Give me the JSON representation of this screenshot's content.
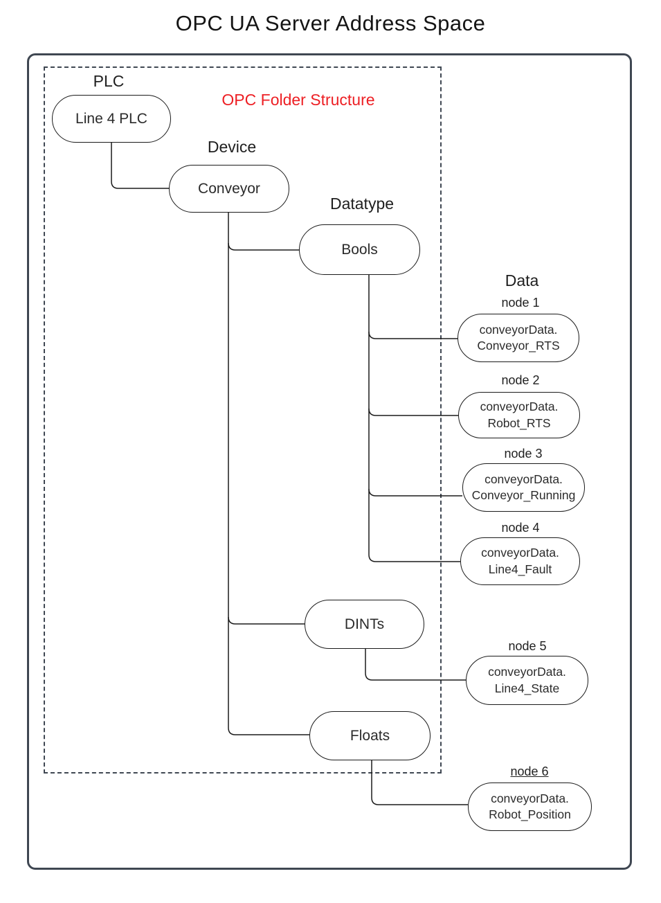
{
  "title": "OPC UA Server Address Space",
  "diagram": {
    "overlay_label": {
      "text": "OPC Folder Structure",
      "color": "#ed1f24"
    },
    "headings": [
      {
        "id": "plc",
        "label": "PLC"
      },
      {
        "id": "device",
        "label": "Device"
      },
      {
        "id": "datatype",
        "label": "Datatype"
      },
      {
        "id": "data",
        "label": "Data"
      }
    ],
    "folders": [
      {
        "id": "line4plc",
        "label": "Line 4 PLC"
      },
      {
        "id": "conveyor",
        "label": "Conveyor"
      },
      {
        "id": "bools",
        "label": "Bools"
      },
      {
        "id": "dints",
        "label": "DINTs"
      },
      {
        "id": "floats",
        "label": "Floats"
      }
    ],
    "data_nodes": [
      {
        "id": "node1",
        "label": "node 1",
        "line1": "conveyorData.",
        "line2": "Conveyor_RTS"
      },
      {
        "id": "node2",
        "label": "node 2",
        "line1": "conveyorData.",
        "line2": "Robot_RTS"
      },
      {
        "id": "node3",
        "label": "node 3",
        "line1": "conveyorData.",
        "line2": "Conveyor_Running"
      },
      {
        "id": "node4",
        "label": "node 4",
        "line1": "conveyorData.",
        "line2": "Line4_Fault"
      },
      {
        "id": "node5",
        "label": "node 5",
        "line1": "conveyorData.",
        "line2": "Line4_State"
      },
      {
        "id": "node6",
        "label": "node 6",
        "line1": "conveyorData.",
        "line2": "Robot_Position"
      }
    ]
  },
  "colors": {
    "frame": "#3f4752",
    "connector": "#1a1a1a",
    "accent_red": "#ed1f24",
    "node_fill": "#ffffff"
  }
}
